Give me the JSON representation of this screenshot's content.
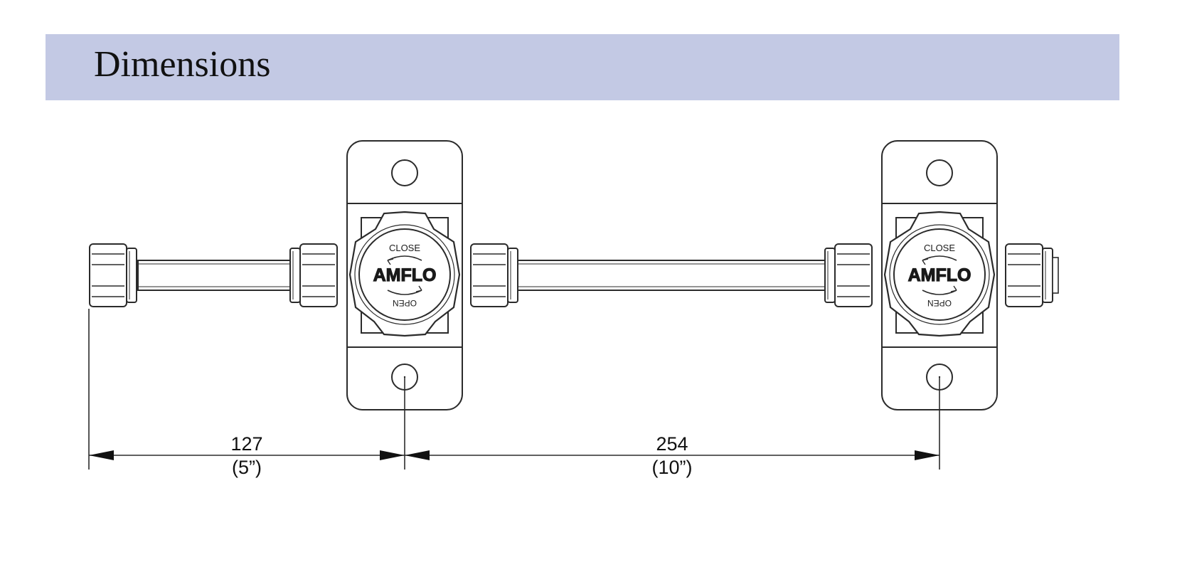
{
  "header": {
    "title": "Dimensions"
  },
  "valves": [
    {
      "logo": "AMFLO",
      "close_label": "CLOSE",
      "open_label": "OPEN"
    },
    {
      "logo": "AMFLO",
      "close_label": "CLOSE",
      "open_label": "OPEN"
    }
  ],
  "dimensions": [
    {
      "metric": "127",
      "imperial": "(5”)"
    },
    {
      "metric": "254",
      "imperial": "(10”)"
    }
  ],
  "colors": {
    "header_band": "#c3c9e4",
    "line": "#2b2b2b",
    "fill": "#ffffff"
  }
}
